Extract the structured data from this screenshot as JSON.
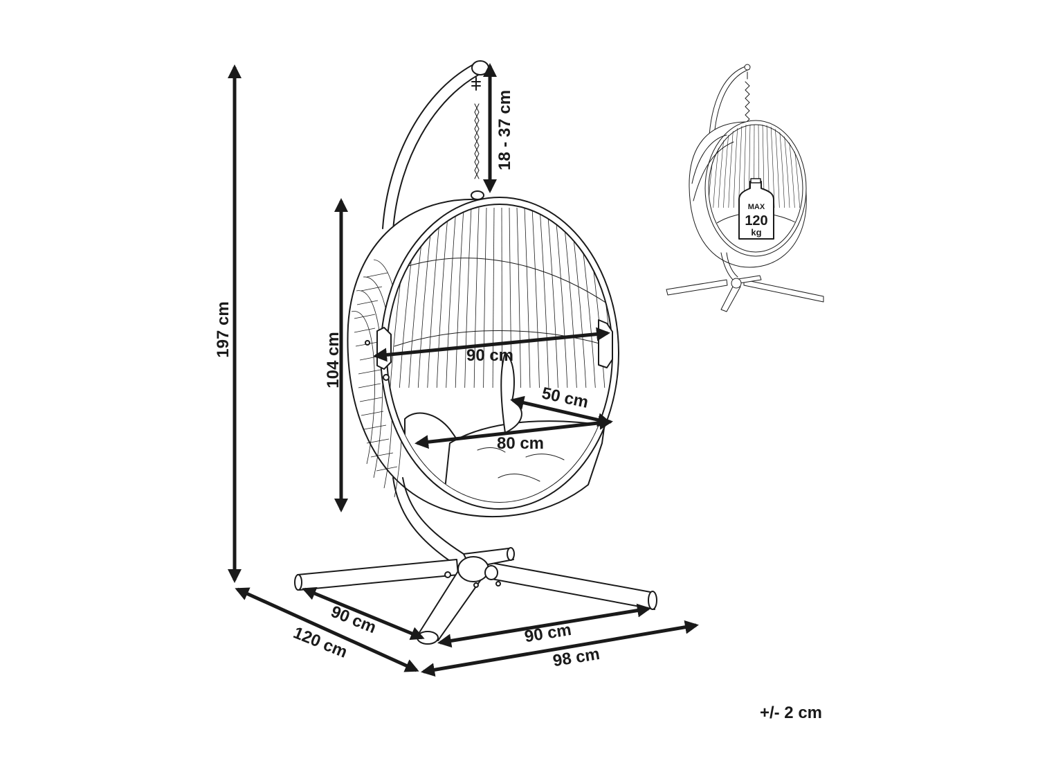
{
  "dimensions": {
    "total_height": "197 cm",
    "basket_height": "104 cm",
    "chain_length": "18 - 37 cm",
    "basket_width": "90 cm",
    "seat_depth": "50 cm",
    "seat_width": "80 cm",
    "base_side_left": "90 cm",
    "base_side_right": "90 cm",
    "base_depth": "120 cm",
    "base_width": "98 cm"
  },
  "load": {
    "max_label": "MAX",
    "max_value": "120",
    "max_unit": "kg"
  },
  "tolerance": "+/- 2 cm"
}
